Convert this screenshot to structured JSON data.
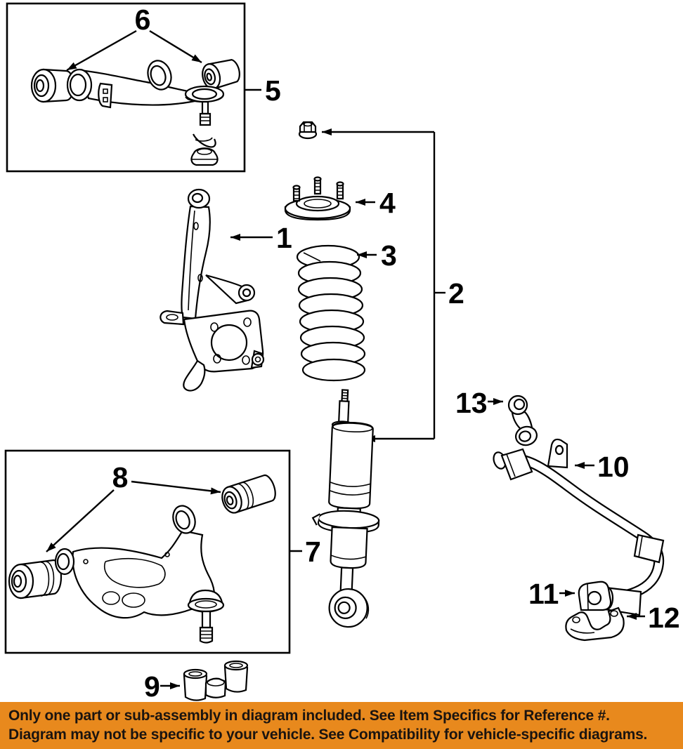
{
  "diagram": {
    "background": "#ffffff",
    "ink": "#000000",
    "callouts": [
      {
        "n": "1"
      },
      {
        "n": "2"
      },
      {
        "n": "3"
      },
      {
        "n": "4"
      },
      {
        "n": "5"
      },
      {
        "n": "6"
      },
      {
        "n": "7"
      },
      {
        "n": "8"
      },
      {
        "n": "9"
      },
      {
        "n": "10"
      },
      {
        "n": "11"
      },
      {
        "n": "12"
      },
      {
        "n": "13"
      }
    ]
  },
  "banner": {
    "bg_color": "#E8891D",
    "text_color": "#1A1410",
    "line1": "Only one part or sub-assembly in diagram included. See Item Specifics for Reference #.",
    "line2": "Diagram may not be specific to your vehicle. See Compatibility for vehicle-specific diagrams."
  }
}
